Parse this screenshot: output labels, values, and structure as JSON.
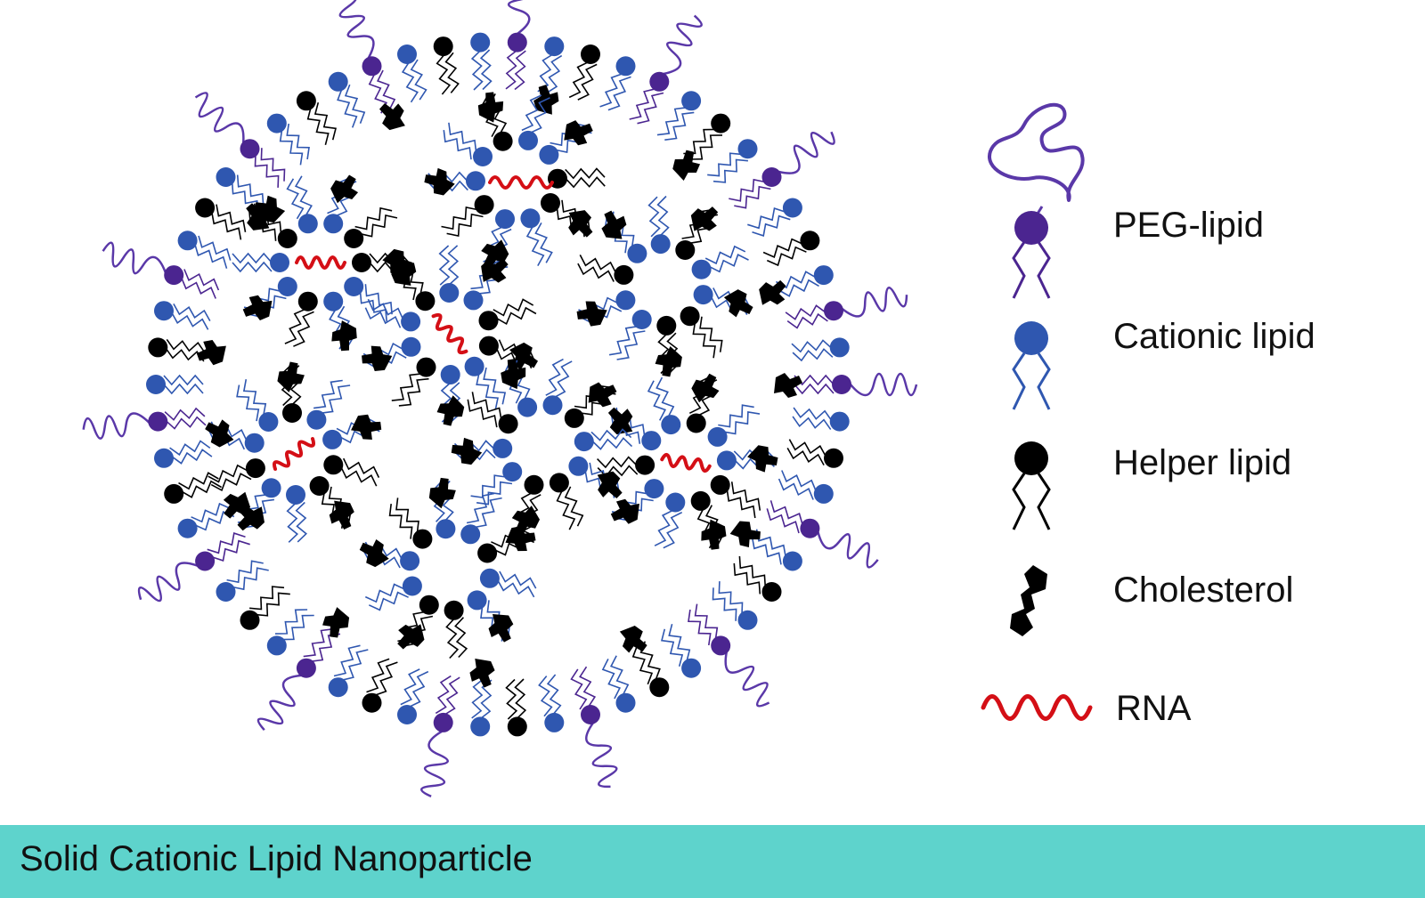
{
  "legend": {
    "peg_lipid": "PEG-lipid",
    "cationic_lipid": "Cationic lipid",
    "helper_lipid": "Helper lipid",
    "cholesterol": "Cholesterol",
    "rna": "RNA"
  },
  "footer": {
    "title": "Solid Cationic Lipid Nanoparticle"
  },
  "colors": {
    "peg": "#4b2590",
    "peg_line": "#5a38a8",
    "cationic": "#2f57b0",
    "helper": "#000000",
    "rna": "#d40f16",
    "footer_bar": "#5ed3cc"
  },
  "icons": [
    "peg-lipid-icon",
    "cationic-lipid-icon",
    "helper-lipid-icon",
    "cholesterol-icon",
    "rna-icon"
  ]
}
